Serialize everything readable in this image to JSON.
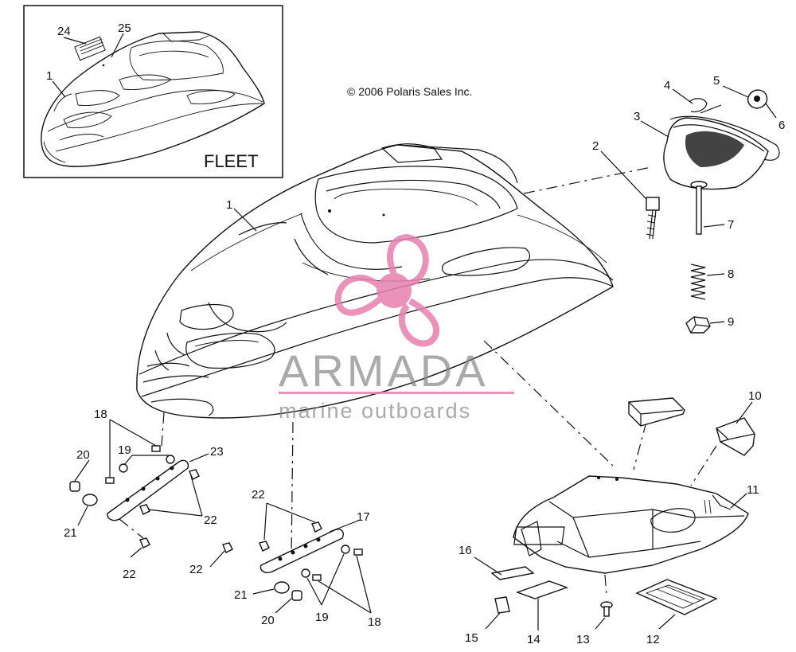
{
  "copyright": "© 2006 Polaris Sales Inc.",
  "inset_label": "FLEET",
  "watermark": {
    "title": "ARMADA",
    "subtitle": "marine outboards",
    "accent_color": "#e87fb0",
    "text_color": "#8a8a8a"
  },
  "callouts": {
    "c1_inset": "1",
    "c24": "24",
    "c25": "25",
    "c1": "1",
    "c2": "2",
    "c3": "3",
    "c4": "4",
    "c5": "5",
    "c6": "6",
    "c7": "7",
    "c8": "8",
    "c9": "9",
    "c10": "10",
    "c11": "11",
    "c12": "12",
    "c13": "13",
    "c14": "14",
    "c15": "15",
    "c16": "16",
    "c17": "17",
    "c18a": "18",
    "c18b": "18",
    "c19a": "19",
    "c19b": "19",
    "c20a": "20",
    "c20b": "20",
    "c21a": "21",
    "c21b": "21",
    "c22a": "22",
    "c22b": "22",
    "c22c": "22",
    "c22d": "22",
    "c23": "23"
  }
}
